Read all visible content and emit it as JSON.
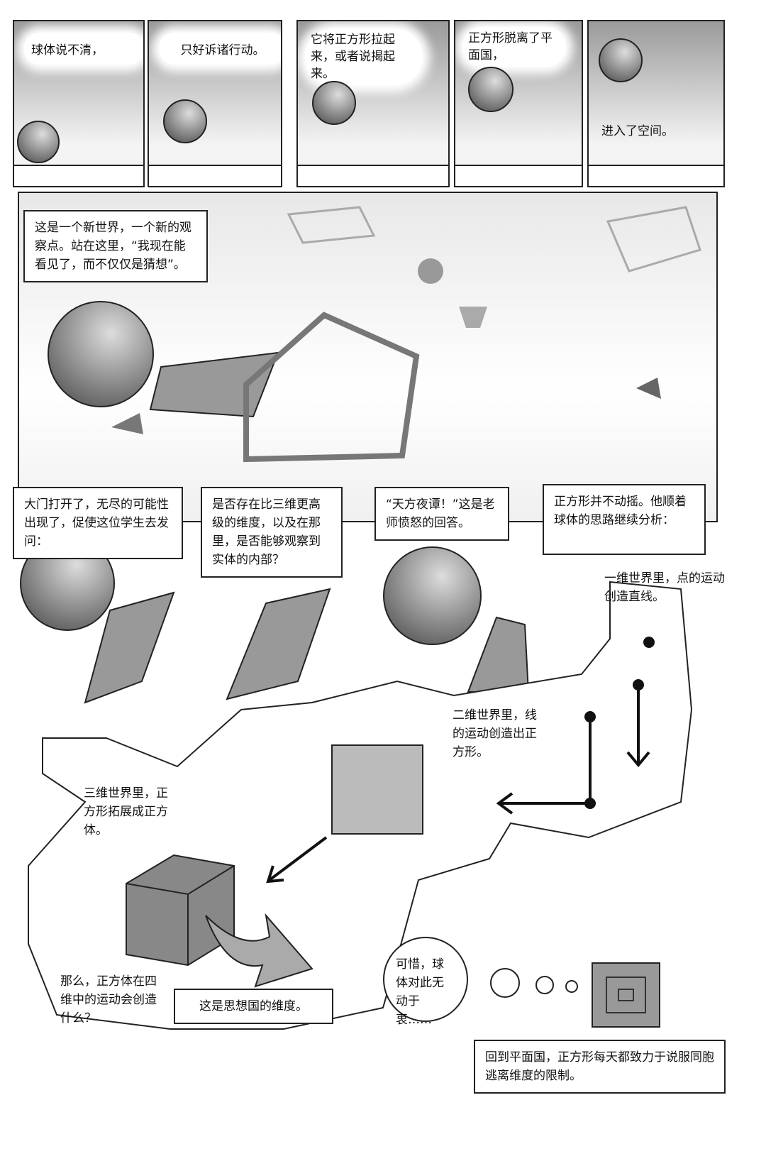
{
  "strip1": {
    "panels": [
      {
        "text": "球体说不清，"
      },
      {
        "text": "只好诉诸行动。"
      },
      {
        "text": "它将正方形拉起来，或者说揭起来。"
      },
      {
        "text": "正方形脱离了平面国，"
      },
      {
        "text": "进入了空间。"
      }
    ]
  },
  "panel2": {
    "caption": "这是一个新世界，一个新的观察点。站在这里，“我现在能看见了，而不仅仅是猜想”。"
  },
  "row3": {
    "caption1": "大门打开了，无尽的可能性出现了，促使这位学生去发问：",
    "speech1": "是否存在比三维更高级的维度，以及在那里，是否能够观察到实体的内部？",
    "speech2": "“天方夜谭！”这是老师愤怒的回答。",
    "caption2": "正方形并不动摇。他顺着球体的思路继续分析："
  },
  "diagram": {
    "one_d": "一维世界里，点的运动创造直线。",
    "two_d": "二维世界里，线的运动创造出正方形。",
    "three_d": "三维世界里，正方形拓展成正方体。",
    "four_d": "那么，正方体在四维中的运动会创造什么？",
    "caption": "这是思想国的维度。"
  },
  "ending": {
    "speech": "可惜，球体对此无动于衷……",
    "caption": "回到平面国，正方形每天都致力于说服同胞逃离维度的限制。"
  }
}
